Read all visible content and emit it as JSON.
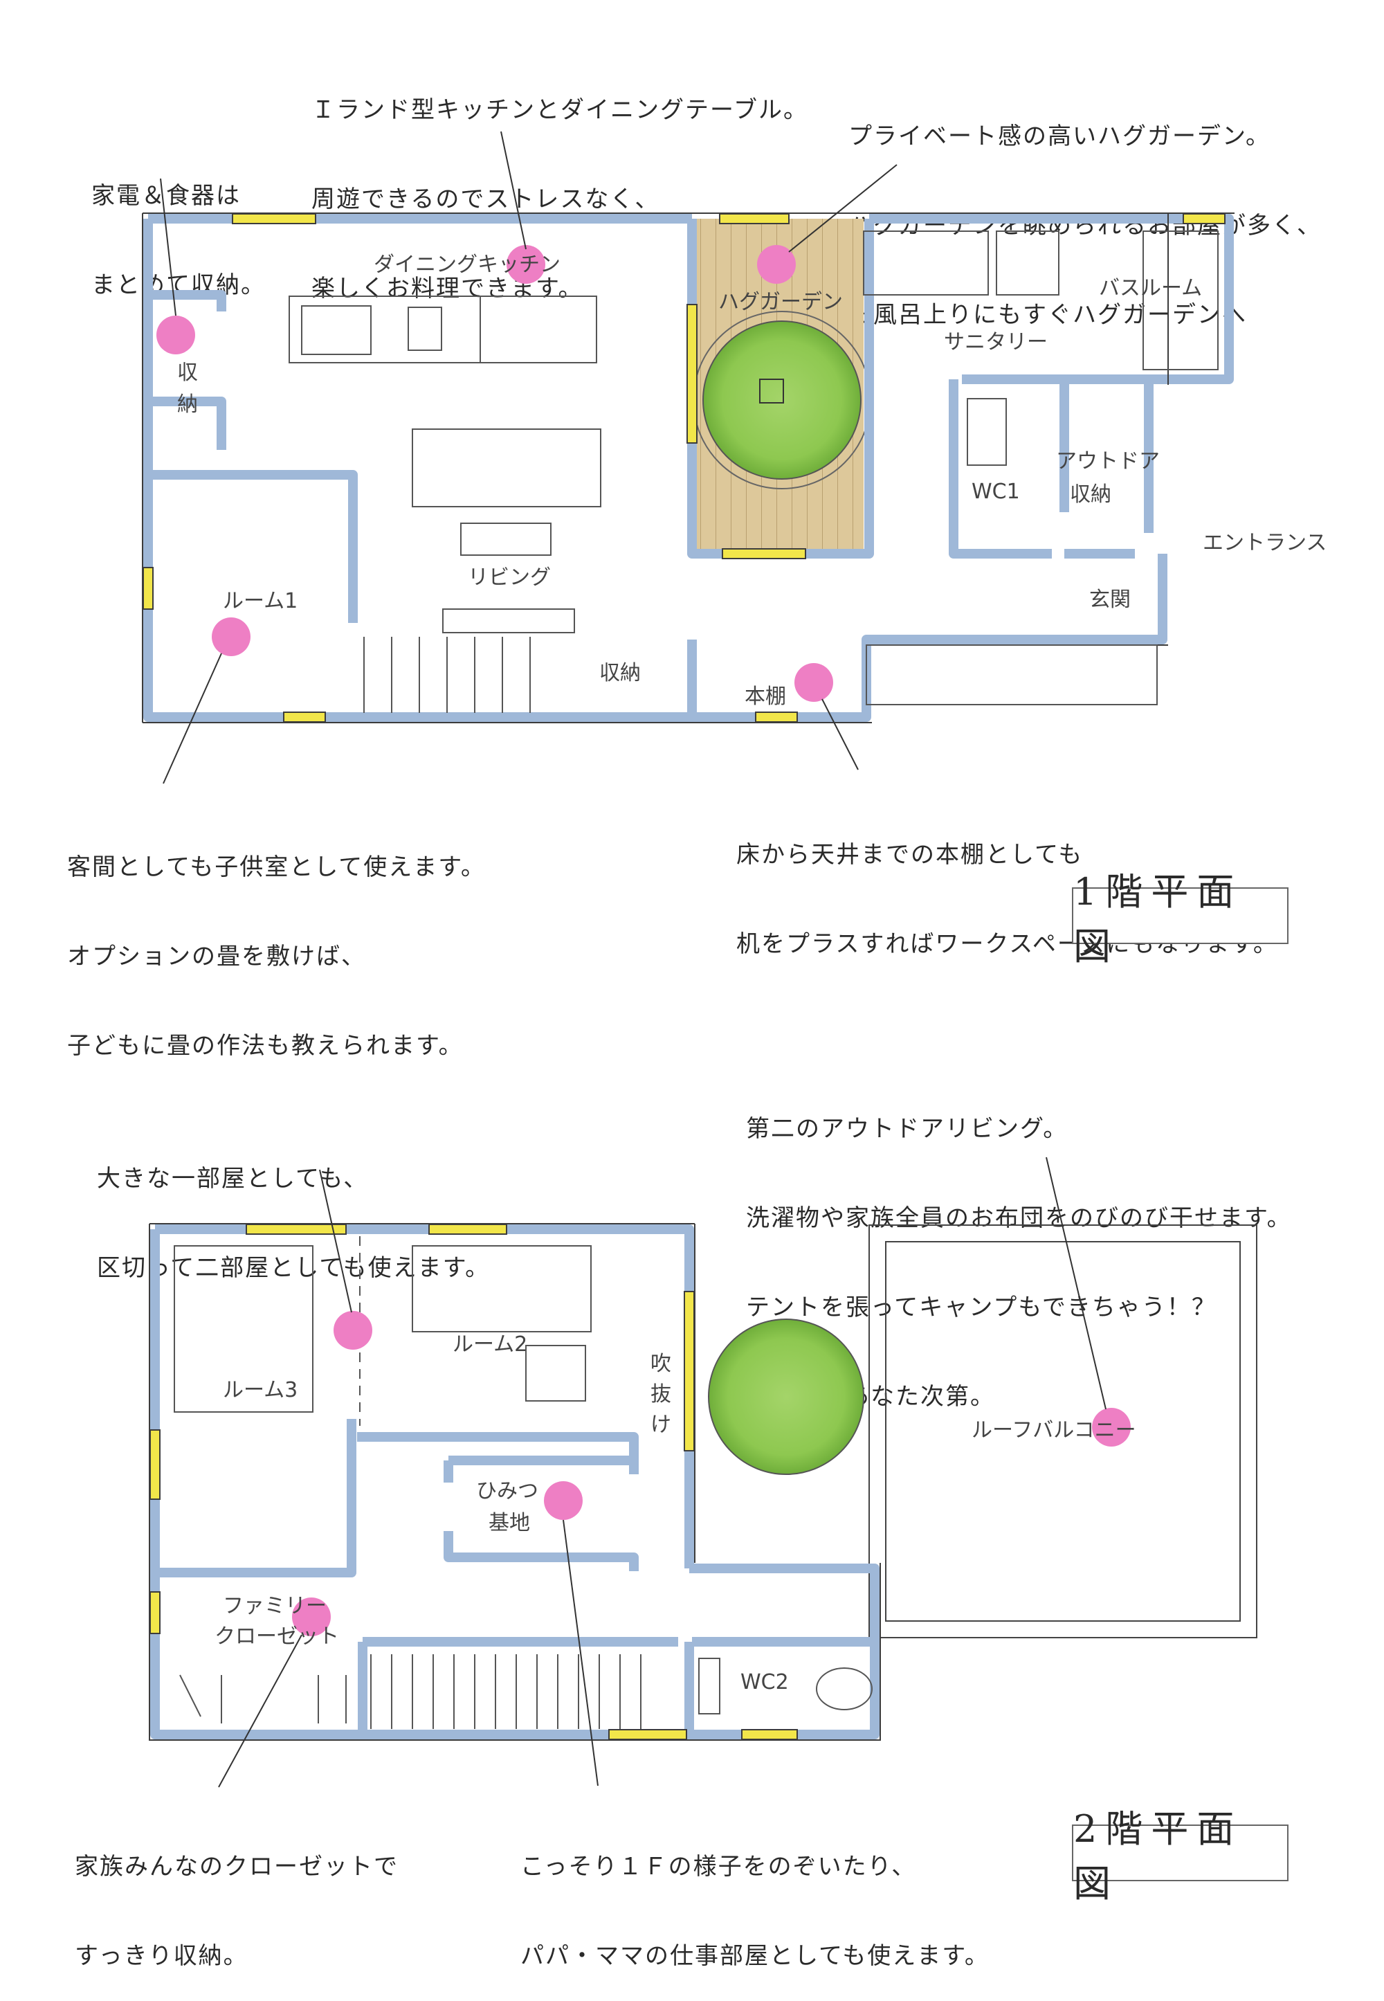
{
  "floor1": {
    "title": "1階平面図",
    "notes": {
      "island_kitchen": [
        "Ｉランド型キッチンとダイニングテーブル。",
        "周遊できるのでストレスなく、",
        "楽しくお料理できます。"
      ],
      "hug_garden": [
        "プライベート感の高いハグガーデン。",
        "ハグガーデンを眺められるお部屋が多く、",
        "お風呂上りにもすぐハグガーデンへ"
      ],
      "storage": [
        "家電＆食器は",
        "まとめて収納。"
      ],
      "room1": [
        "客間としても子供室として使えます。",
        "オプションの畳を敷けば、",
        "子どもに畳の作法も教えられます。"
      ],
      "bookshelf": [
        "床から天井までの本棚としても",
        "机をプラスすればワークスペースにもなります。"
      ]
    },
    "rooms": {
      "dining_kitchen": "ダイニングキッチン",
      "hug_garden": "ハグガーデン",
      "bathroom": "バスルーム",
      "sanitary": "サニタリー",
      "storage_left_1": "収",
      "storage_left_2": "納",
      "wc1": "WC1",
      "outdoor_storage_1": "アウトドア",
      "outdoor_storage_2": "収納",
      "entrance": "エントランス",
      "genkan": "玄関",
      "room1": "ルーム1",
      "living": "リビング",
      "storage_stairs": "収納",
      "bookshelf": "本棚"
    }
  },
  "floor2": {
    "title": "2階平面図",
    "notes": {
      "big_room": [
        "大きな一部屋としても、",
        "区切って二部屋としても使えます。"
      ],
      "outdoor_living": [
        "第二のアウトドアリビング。",
        "洗濯物や家族全員のお布団をのびのび干せます。",
        "テントを張ってキャンプもできちゃう！？",
        "使い方はあなた次第。"
      ],
      "family_closet": [
        "家族みんなのクローゼットで",
        "すっきり収納。"
      ],
      "secret_base": [
        "こっそり１Ｆの様子をのぞいたり、",
        "パパ・ママの仕事部屋としても使えます。"
      ]
    },
    "rooms": {
      "room3": "ルーム3",
      "room2": "ルーム2",
      "void_1": "吹",
      "void_2": "抜",
      "void_3": "け",
      "secret_1": "ひみつ",
      "secret_2": "基地",
      "roof_balcony": "ルーフバルコニー",
      "closet_1": "ファミリー",
      "closet_2": "クローゼット",
      "wc2": "WC2"
    }
  },
  "colors": {
    "wall": "#9fb8d8",
    "wall_edge": "#3c3c3c",
    "window": "#f2e64a",
    "deck": "#ddc89a",
    "deck_line": "#b9a070",
    "tree": "#8ec850",
    "marker": "#ee7fc4"
  }
}
